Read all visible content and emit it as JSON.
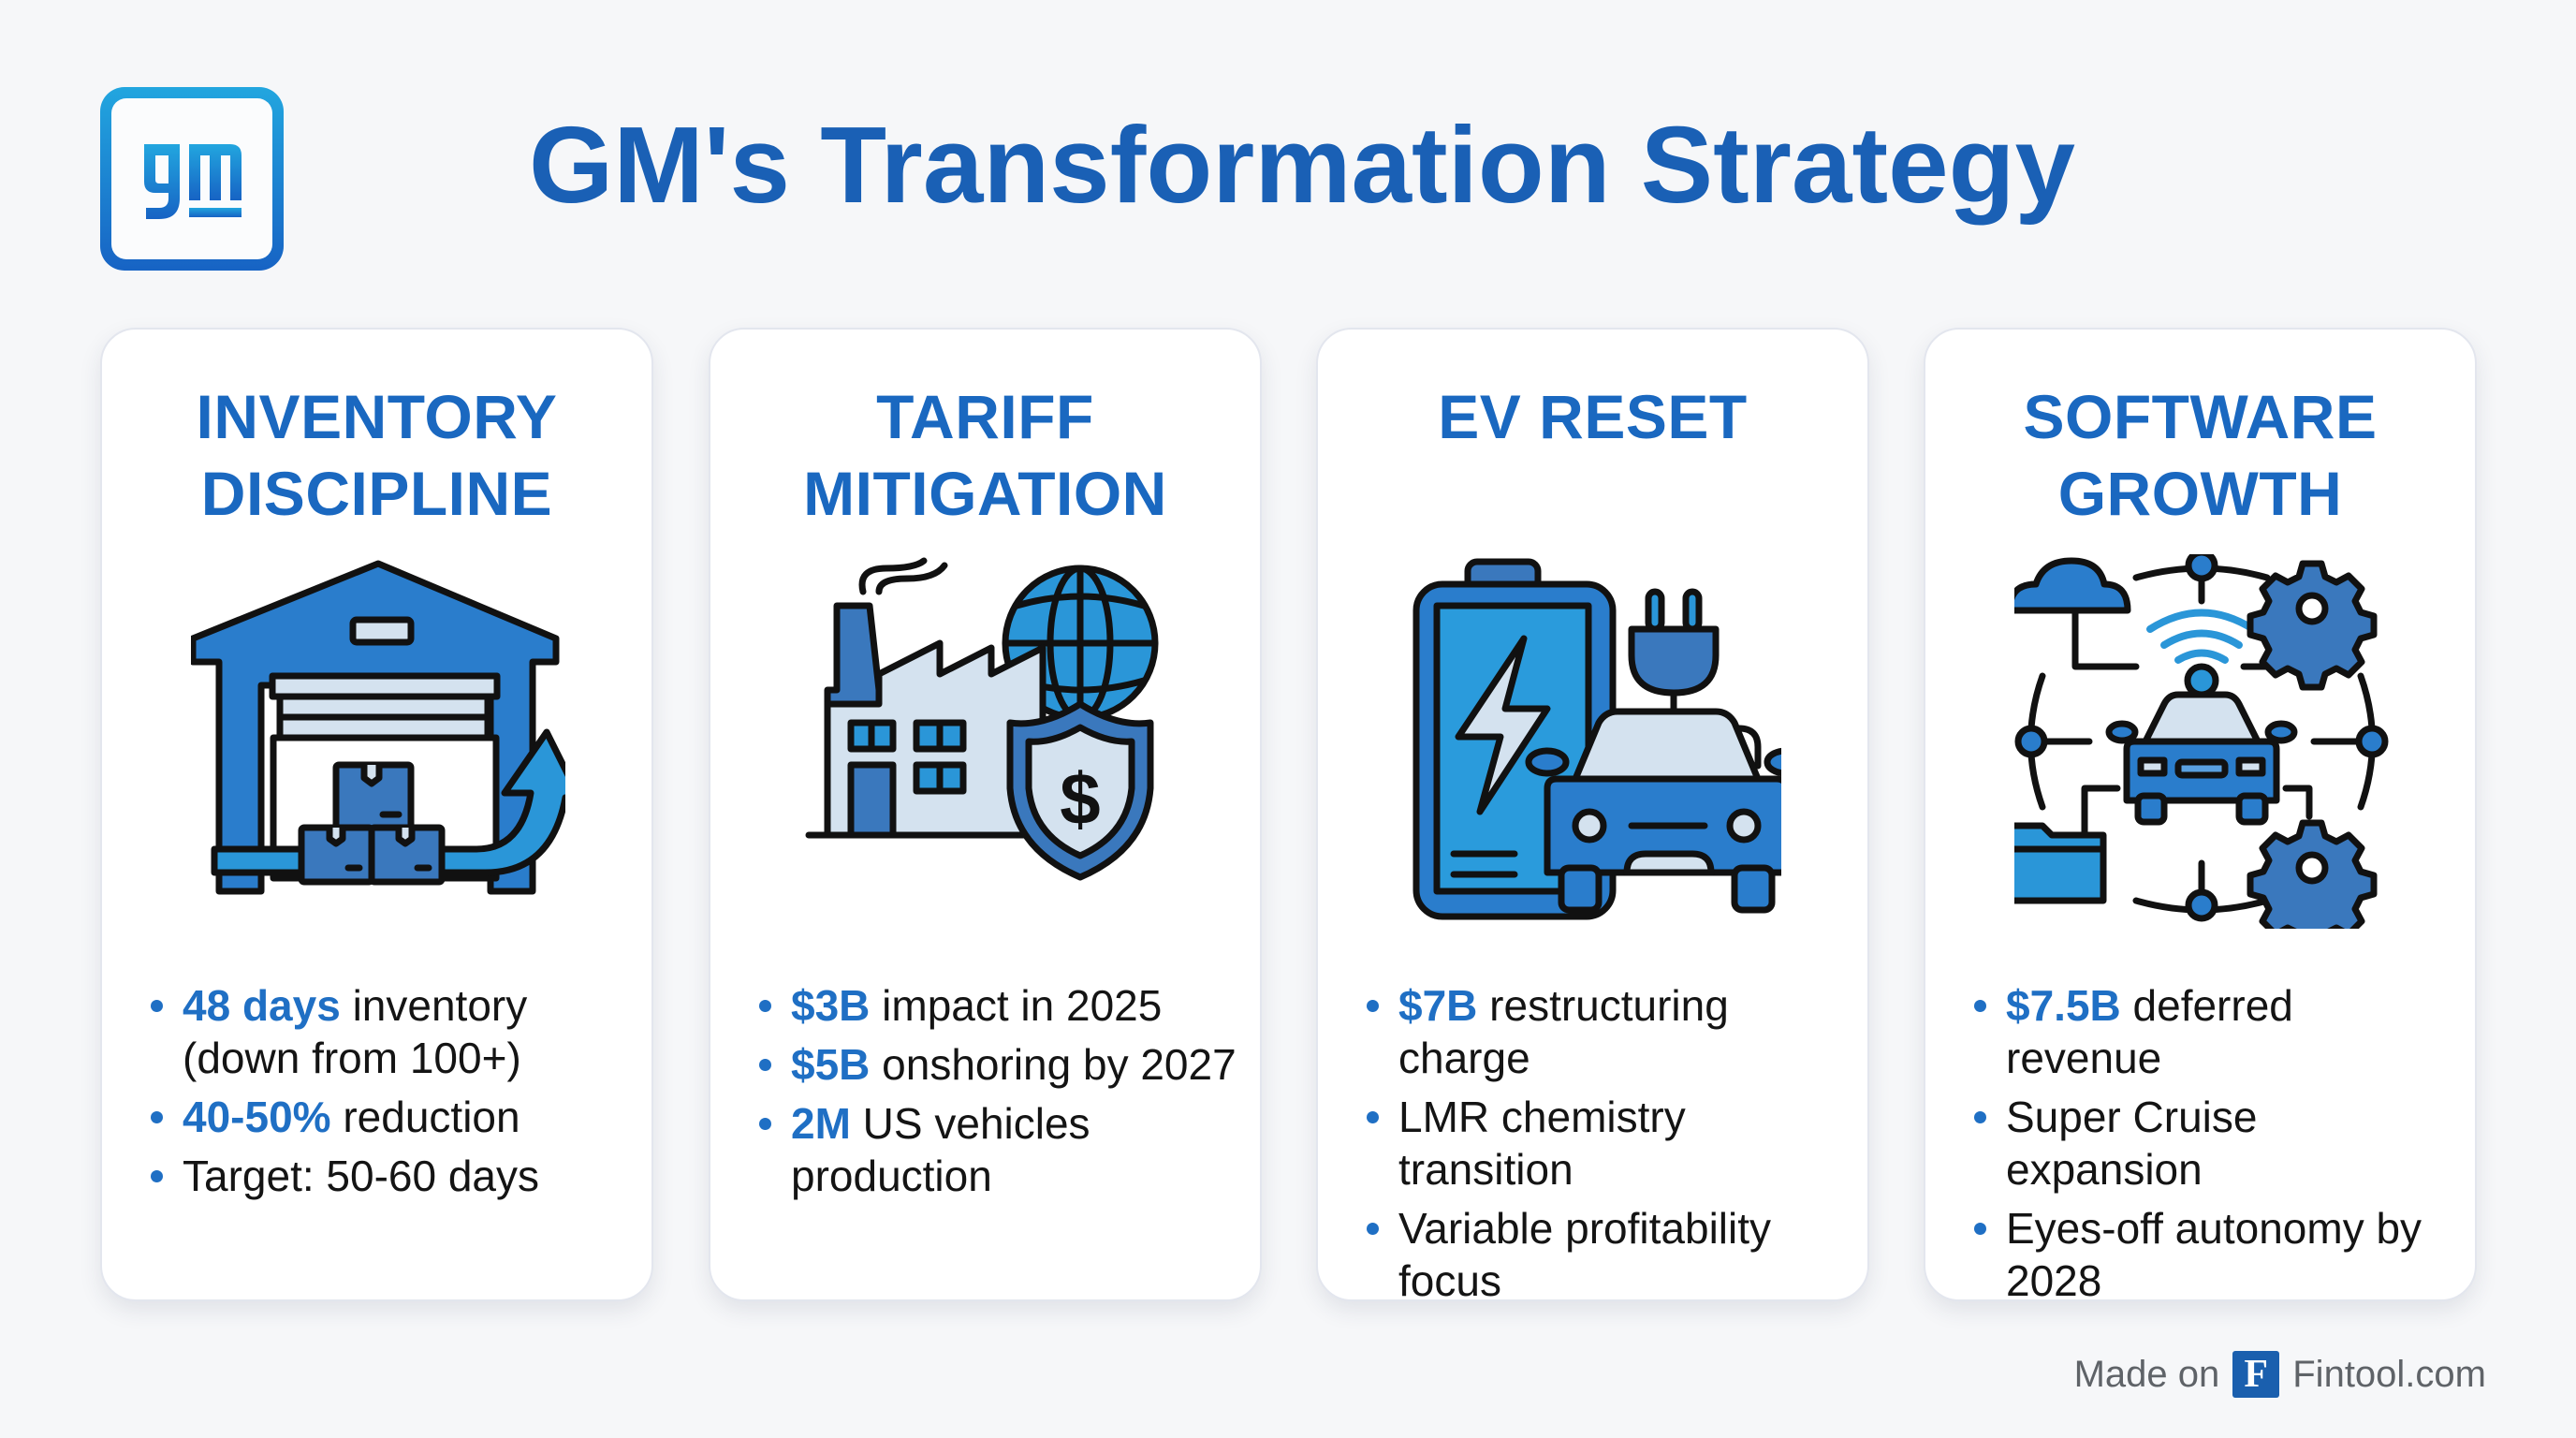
{
  "header": {
    "logo_text": "gm",
    "title": "GM's Transformation Strategy"
  },
  "colors": {
    "title": "#1a60b5",
    "heading": "#1a68c0",
    "highlight": "#1f6fc4",
    "icon_blue": "#2176c6",
    "icon_light": "#d4e2ef",
    "background": "#f6f7f9"
  },
  "cards": [
    {
      "title_lines": [
        "INVENTORY",
        "DISCIPLINE"
      ],
      "icon": "warehouse-icon",
      "bullets": [
        {
          "highlight": "48 days",
          "text": " inventory (down from 100+)"
        },
        {
          "highlight": "40-50%",
          "text": " reduction"
        },
        {
          "highlight": "",
          "text": "Target: 50-60 days"
        }
      ]
    },
    {
      "title_lines": [
        "TARIFF",
        "MITIGATION"
      ],
      "icon": "factory-globe-shield-icon",
      "bullets": [
        {
          "highlight": "$3B",
          "text": " impact in 2025"
        },
        {
          "highlight": "$5B",
          "text": " onshoring by 2027"
        },
        {
          "highlight": "2M",
          "text": " US vehicles production"
        }
      ]
    },
    {
      "title_lines": [
        "EV RESET"
      ],
      "icon": "battery-ev-car-icon",
      "bullets": [
        {
          "highlight": "$7B",
          "text": " restructuring charge"
        },
        {
          "highlight": "",
          "text": "LMR chemistry transition"
        },
        {
          "highlight": "",
          "text": "Variable profitability focus"
        }
      ]
    },
    {
      "title_lines": [
        "SOFTWARE",
        "GROWTH"
      ],
      "icon": "connected-car-network-icon",
      "bullets": [
        {
          "highlight": "$7.5B",
          "text": " deferred revenue"
        },
        {
          "highlight": "",
          "text": "Super Cruise expansion"
        },
        {
          "highlight": "",
          "text": "Eyes-off autonomy by 2028"
        }
      ]
    }
  ],
  "footer": {
    "prefix": "Made on",
    "badge_letter": "F",
    "brand": "Fintool.com"
  }
}
